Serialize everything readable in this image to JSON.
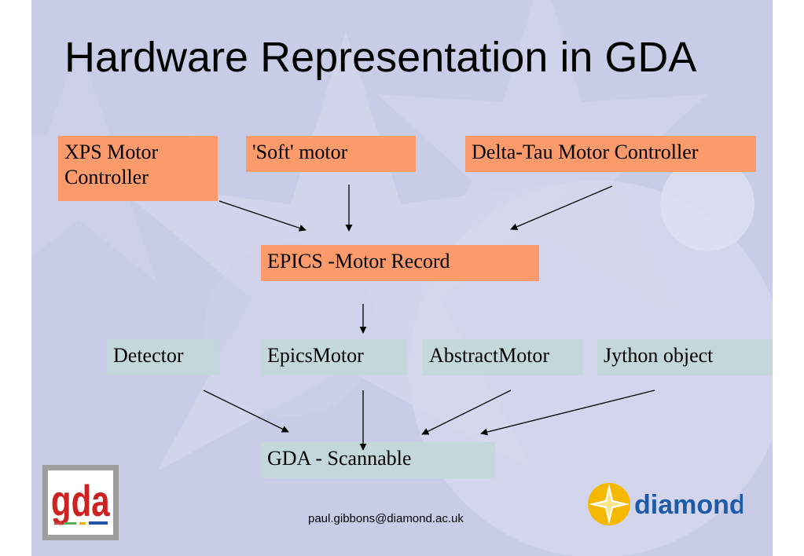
{
  "title": "Hardware Representation in GDA",
  "nodes": {
    "xps": "XPS Motor Controller",
    "soft": "'Soft' motor",
    "delta_tau": "Delta-Tau Motor Controller",
    "epics_record": "EPICS -Motor Record",
    "detector": "Detector",
    "epics_motor": "EpicsMotor",
    "abstract_motor": "AbstractMotor",
    "jython": "Jython object",
    "scannable": "GDA - Scannable"
  },
  "footer": {
    "email": "paul.gibbons@diamond.ac.uk",
    "gda_logo_text": "gda",
    "diamond_logo_text": "diamond"
  },
  "colors": {
    "orange_box": "#fb9a6a",
    "teal_box": "#c4d8dc",
    "background": "#c9cce6",
    "diamond_blue": "#1d5aa8",
    "diamond_yellow": "#f5b800"
  }
}
